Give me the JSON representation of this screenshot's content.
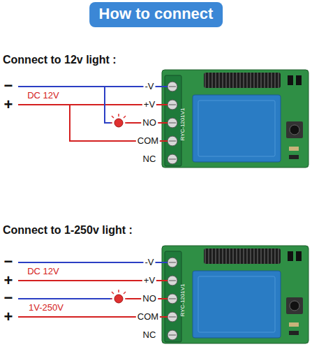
{
  "diagram": {
    "title": "How to connect",
    "labels": [
      "Connect to 12v light :",
      "−",
      "+",
      "DC 12V",
      "-V",
      "+V",
      "NO",
      "COM",
      "NC",
      "RYC-1201V1",
      "Connect to 1-250v light :",
      "−",
      "+",
      "DC 12V",
      "-V",
      "+V",
      "NO",
      "COM",
      "NC",
      "−",
      "+",
      "1V-250V",
      "RYC-1201V1"
    ]
  }
}
